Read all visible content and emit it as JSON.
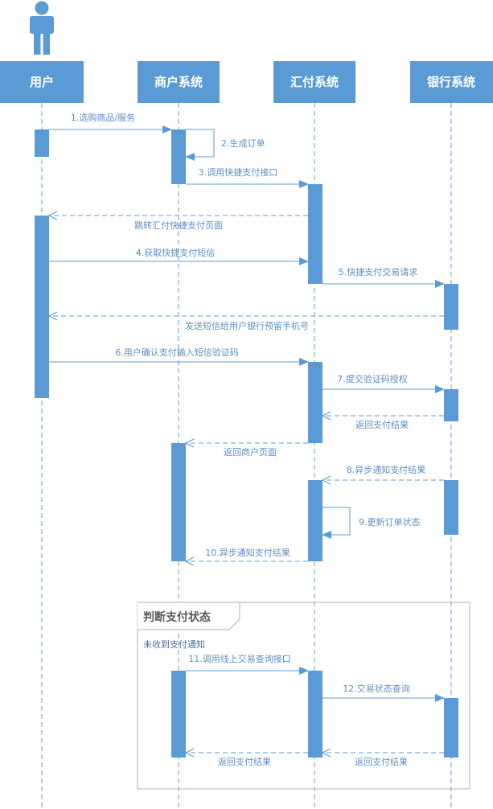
{
  "colors": {
    "accent": "#5b9bd5",
    "lifeline": "#5b9bd5",
    "message_text": "#5b8fc8",
    "header_text": "#ffffff",
    "frame_border": "#b0b0b0"
  },
  "actor_icon": "person-icon",
  "participants": [
    {
      "id": "user",
      "label": "用户"
    },
    {
      "id": "merchant",
      "label": "商户系统"
    },
    {
      "id": "huifu",
      "label": "汇付系统"
    },
    {
      "id": "bank",
      "label": "银行系统"
    }
  ],
  "messages": [
    {
      "label": "1.选购商品/服务"
    },
    {
      "label": "2.生成订单"
    },
    {
      "label": "3.调用快捷支付接口"
    },
    {
      "label": "跳转汇付快捷支付页面"
    },
    {
      "label": "4.获取快捷支付短信"
    },
    {
      "label": "5.快捷支付交易请求"
    },
    {
      "label": "发送短信给用户银行预留手机号"
    },
    {
      "label": "6.用户确认支付输入短信验证码"
    },
    {
      "label": "7.提交验证码授权"
    },
    {
      "label": "返回支付结果"
    },
    {
      "label": "返回商户页面"
    },
    {
      "label": "8.异步通知支付结果"
    },
    {
      "label": "9.更新订单状态"
    },
    {
      "label": "10.异步通知支付结果"
    },
    {
      "label": "11.调用线上交易查询接口"
    },
    {
      "label": "12.交易状态查询"
    },
    {
      "label": "返回支付结果"
    },
    {
      "label": "返回支付结果"
    }
  ],
  "frame": {
    "label": "判断支付状态",
    "guard": "未收到支付通知"
  }
}
